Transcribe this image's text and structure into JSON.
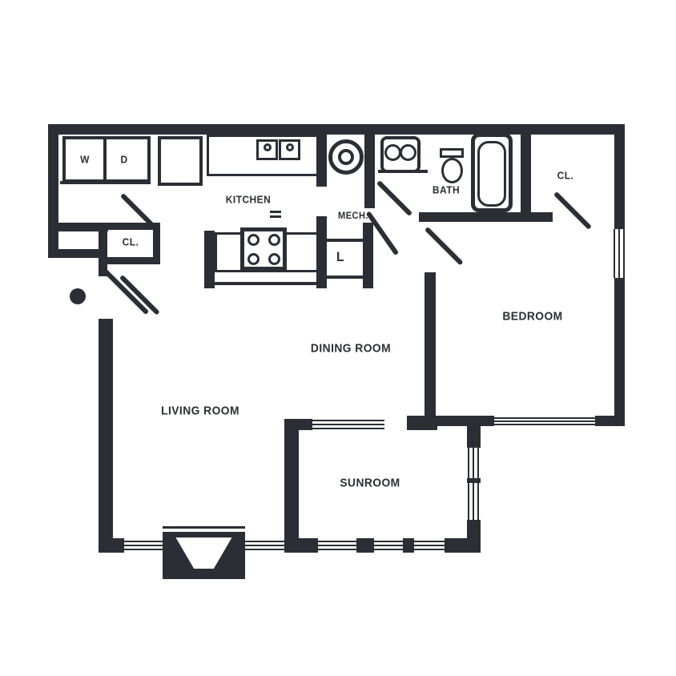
{
  "plan": {
    "title": "one-bedroom apartment floor plan",
    "colors": {
      "wall": "#2b2e34",
      "background": "#ffffff"
    },
    "rooms": {
      "kitchen": "KITCHEN",
      "bath": "BATH",
      "mech": "MECH.",
      "bedroom": "BEDROOM",
      "dining_room": "DINING ROOM",
      "living_room": "LIVING ROOM",
      "sunroom": "SUNROOM"
    },
    "closets": {
      "entry": "CL.",
      "bedroom": "CL.",
      "linen": "L"
    },
    "appliances": {
      "washer": "W",
      "dryer": "D"
    },
    "fixtures": [
      "fridge-icon",
      "kitchen-sink-icon",
      "cooktop-icon",
      "water-heater-icon",
      "vanity-sinks-icon",
      "toilet-icon",
      "bathtub-icon",
      "fireplace-icon",
      "door-swing-icon",
      "entry-door-icon",
      "porch-light-icon",
      "window-icon"
    ]
  }
}
